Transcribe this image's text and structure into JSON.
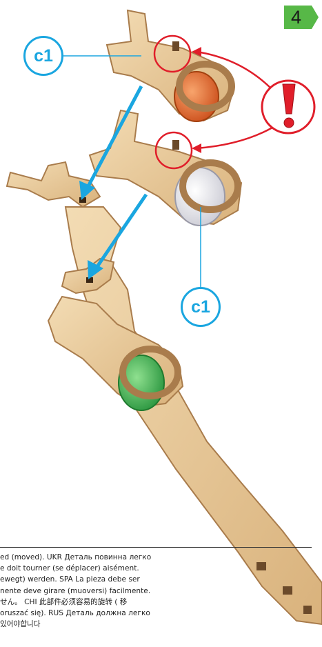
{
  "step": {
    "number": "4"
  },
  "callouts": {
    "top": "c1",
    "bottom": "c1"
  },
  "warning": {
    "symbol": "!"
  },
  "instructions": {
    "lines": [
      "ed (moved). UKR Деталь повинна легко",
      "e doit tourner (se déplacer) aisément.",
      "ewegt) werden. SPA La pieza debe ser",
      "nente deve girare (muoversi) facilmente.",
      "せん。 CHI 此部件必须容易的旋转 ( 移",
      "oruszać się). RUS Деталь должна легко",
      "있어야합니다"
    ]
  },
  "colors": {
    "accent_blue": "#1aa6e0",
    "warning_red": "#e01e2a",
    "step_green": "#57b847",
    "wood": "#e8c99a",
    "wood_edge": "#a97c4c",
    "ball_orange": "#e4632a",
    "ball_white": "#e9e9ee",
    "ball_green": "#3cb54a"
  }
}
